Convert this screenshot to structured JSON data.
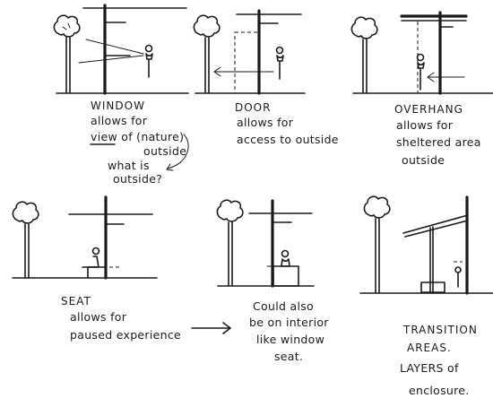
{
  "panels": [
    {
      "id": "window",
      "lines": [
        "WINDOW",
        "allows for",
        "view of (nature)",
        "outside"
      ],
      "note": [
        "what is",
        "outside?"
      ]
    },
    {
      "id": "door",
      "lines": [
        "DOOR",
        "allows for",
        "access to outside"
      ]
    },
    {
      "id": "overhang",
      "lines": [
        "OVERHANG",
        "allows for",
        "sheltered area",
        "outside"
      ]
    },
    {
      "id": "seat",
      "lines": [
        "SEAT",
        "allows for",
        "paused experience"
      ]
    },
    {
      "id": "interior",
      "lines": [
        "Could also",
        "be on interior",
        "like window",
        "seat."
      ]
    },
    {
      "id": "transition",
      "lines": [
        "TRANSITION",
        "AREAS.",
        "LAYERS of",
        "enclosure."
      ]
    }
  ]
}
